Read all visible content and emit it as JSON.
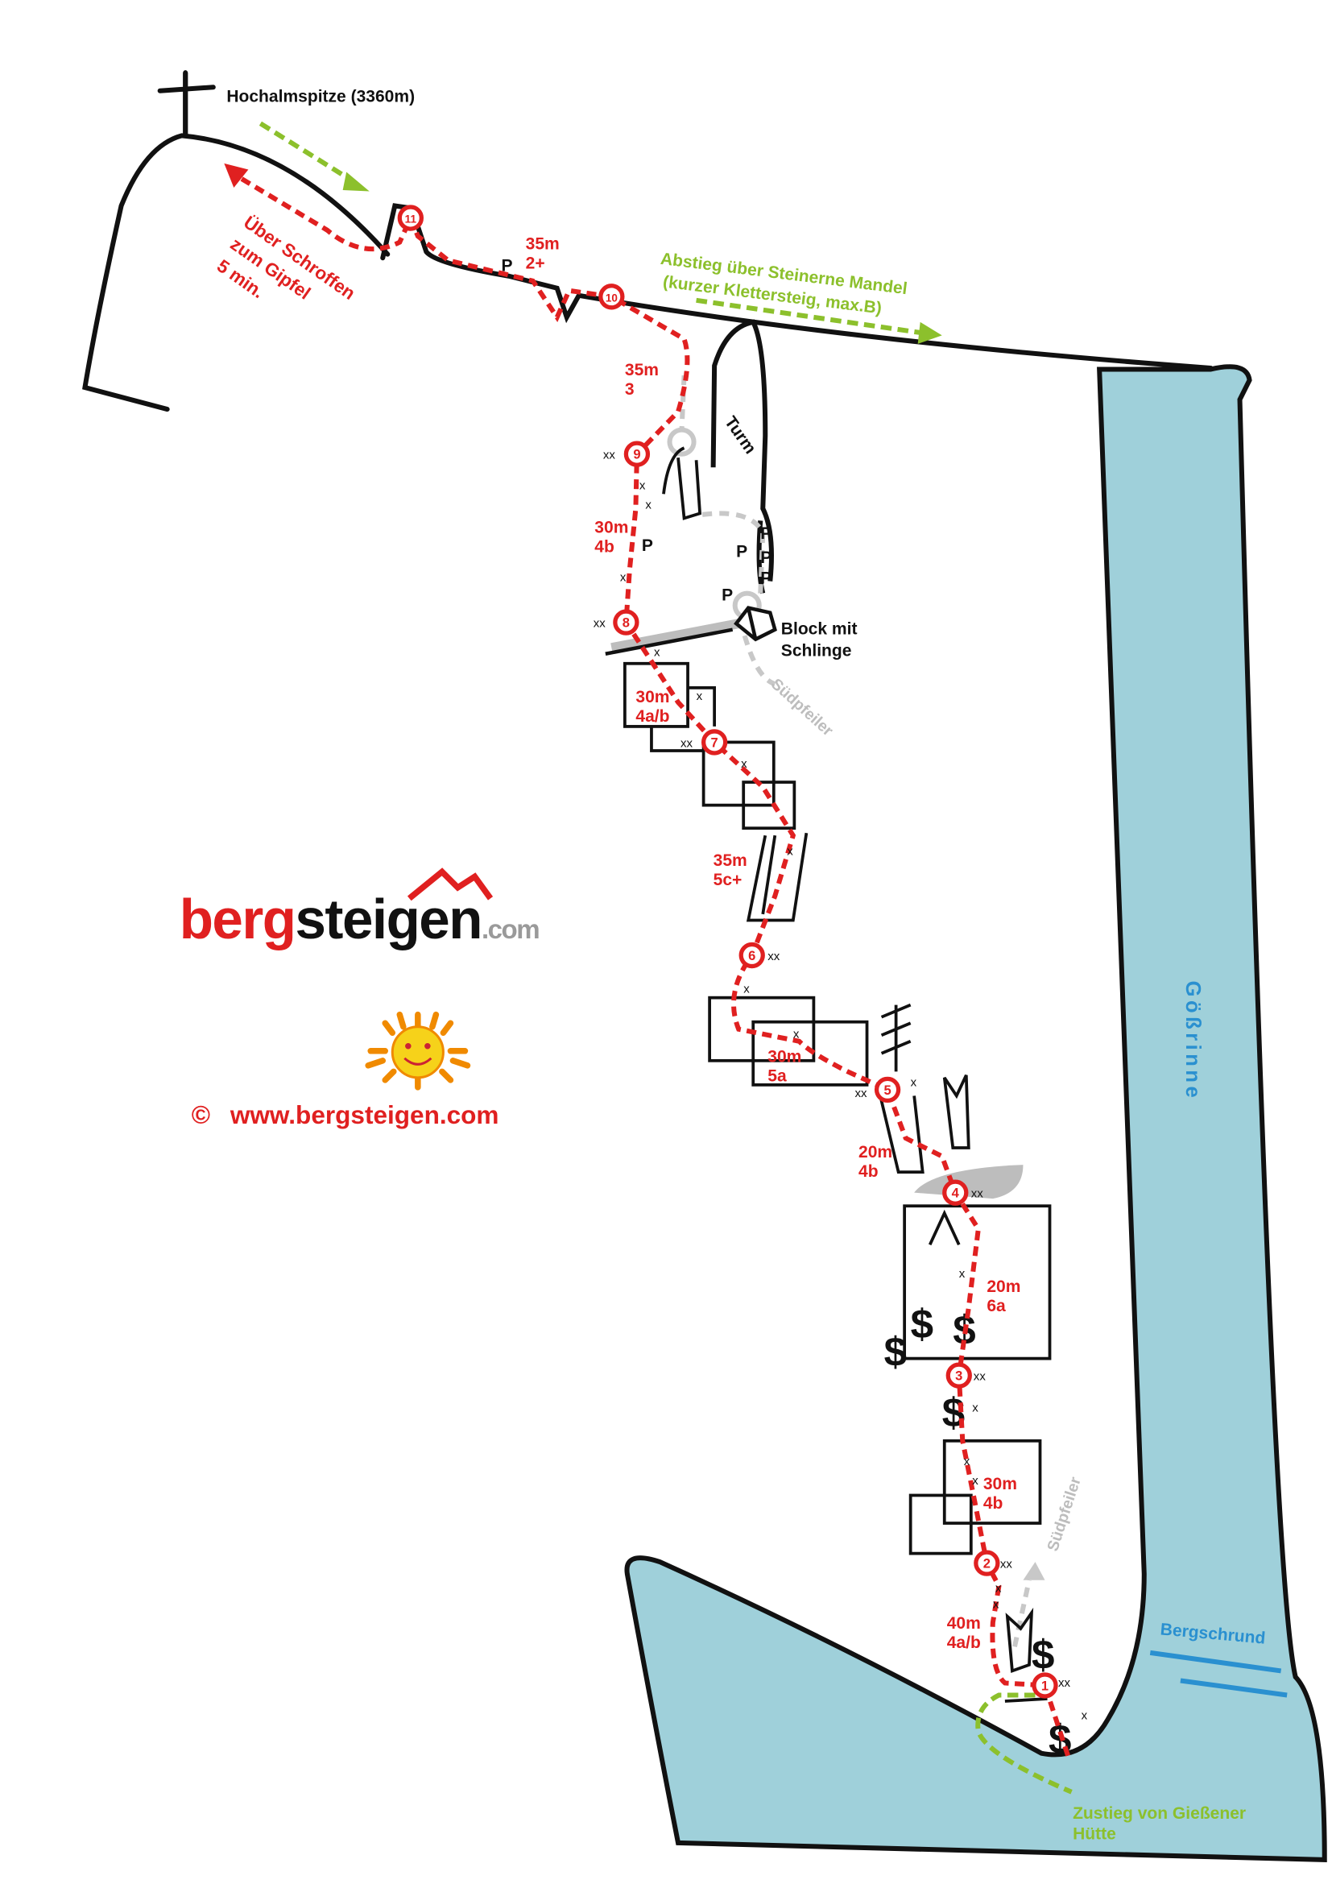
{
  "summit": {
    "label": "Hochalmspitze (3360m)"
  },
  "descent_to_summit": {
    "line1": "Über Schroffen",
    "line2": "zum Gipfel",
    "line3": "5 min."
  },
  "descent": {
    "line1": "Abstieg über Steinerne Mandel",
    "line2": "(kurzer Klettersteig, max.B)"
  },
  "approach": {
    "line1": "Zustieg von Gießener",
    "line2": "Hütte"
  },
  "features": {
    "tower": "Turm",
    "block_line1": "Block mit",
    "block_line2": "Schlinge",
    "south_pillar_upper": "Südpfeiler",
    "south_pillar_lower": "Südpfeiler",
    "gully": "Gößrinne",
    "bergschrund": "Bergschrund",
    "piton": "P",
    "bolt": "x",
    "double_bolt": "xx"
  },
  "belays": [
    "1",
    "2",
    "3",
    "4",
    "5",
    "6",
    "7",
    "8",
    "9",
    "10",
    "11"
  ],
  "pitches": [
    {
      "length": "40m",
      "grade": "4a/b"
    },
    {
      "length": "30m",
      "grade": "4b"
    },
    {
      "length": "20m",
      "grade": "6a"
    },
    {
      "length": "20m",
      "grade": "4b"
    },
    {
      "length": "30m",
      "grade": "5a"
    },
    {
      "length": "35m",
      "grade": "5c+"
    },
    {
      "length": "30m",
      "grade": "4a/b"
    },
    {
      "length": "30m",
      "grade": "4b"
    },
    {
      "length": "35m",
      "grade": "3"
    },
    {
      "length": "35m",
      "grade": "2+"
    }
  ],
  "logo": {
    "part1": "berg",
    "part2": "steigen",
    "part3": ".com"
  },
  "copyright": {
    "symbol": "©",
    "url": "www.bergsteigen.com"
  },
  "colors": {
    "route": "#e02020",
    "descent": "#8cc02c",
    "glacier": "#9fd0da",
    "label_blue": "#2a90d0",
    "gray": "#bdbdbd"
  }
}
